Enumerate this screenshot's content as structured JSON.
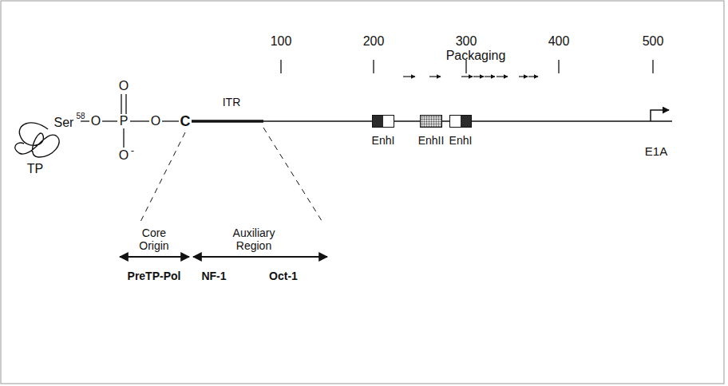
{
  "diagram": {
    "nodes": [
      {
        "text": [
          "EnhI"
        ]
      },
      {
        "text": [
          "EnhII"
        ]
      },
      {
        "text": [
          "EnhI"
        ]
      }
    ],
    "labels": [
      "100",
      "200",
      "300",
      "400",
      "500",
      "Packaging",
      "TP",
      "Ser",
      "58",
      "O",
      "O",
      "P",
      "O",
      "O",
      "-",
      "C",
      "ITR",
      "E1A",
      "Core Origin",
      "Auxiliary Region",
      "PreTP-Pol",
      "NF-1",
      "Oct-1"
    ]
  }
}
